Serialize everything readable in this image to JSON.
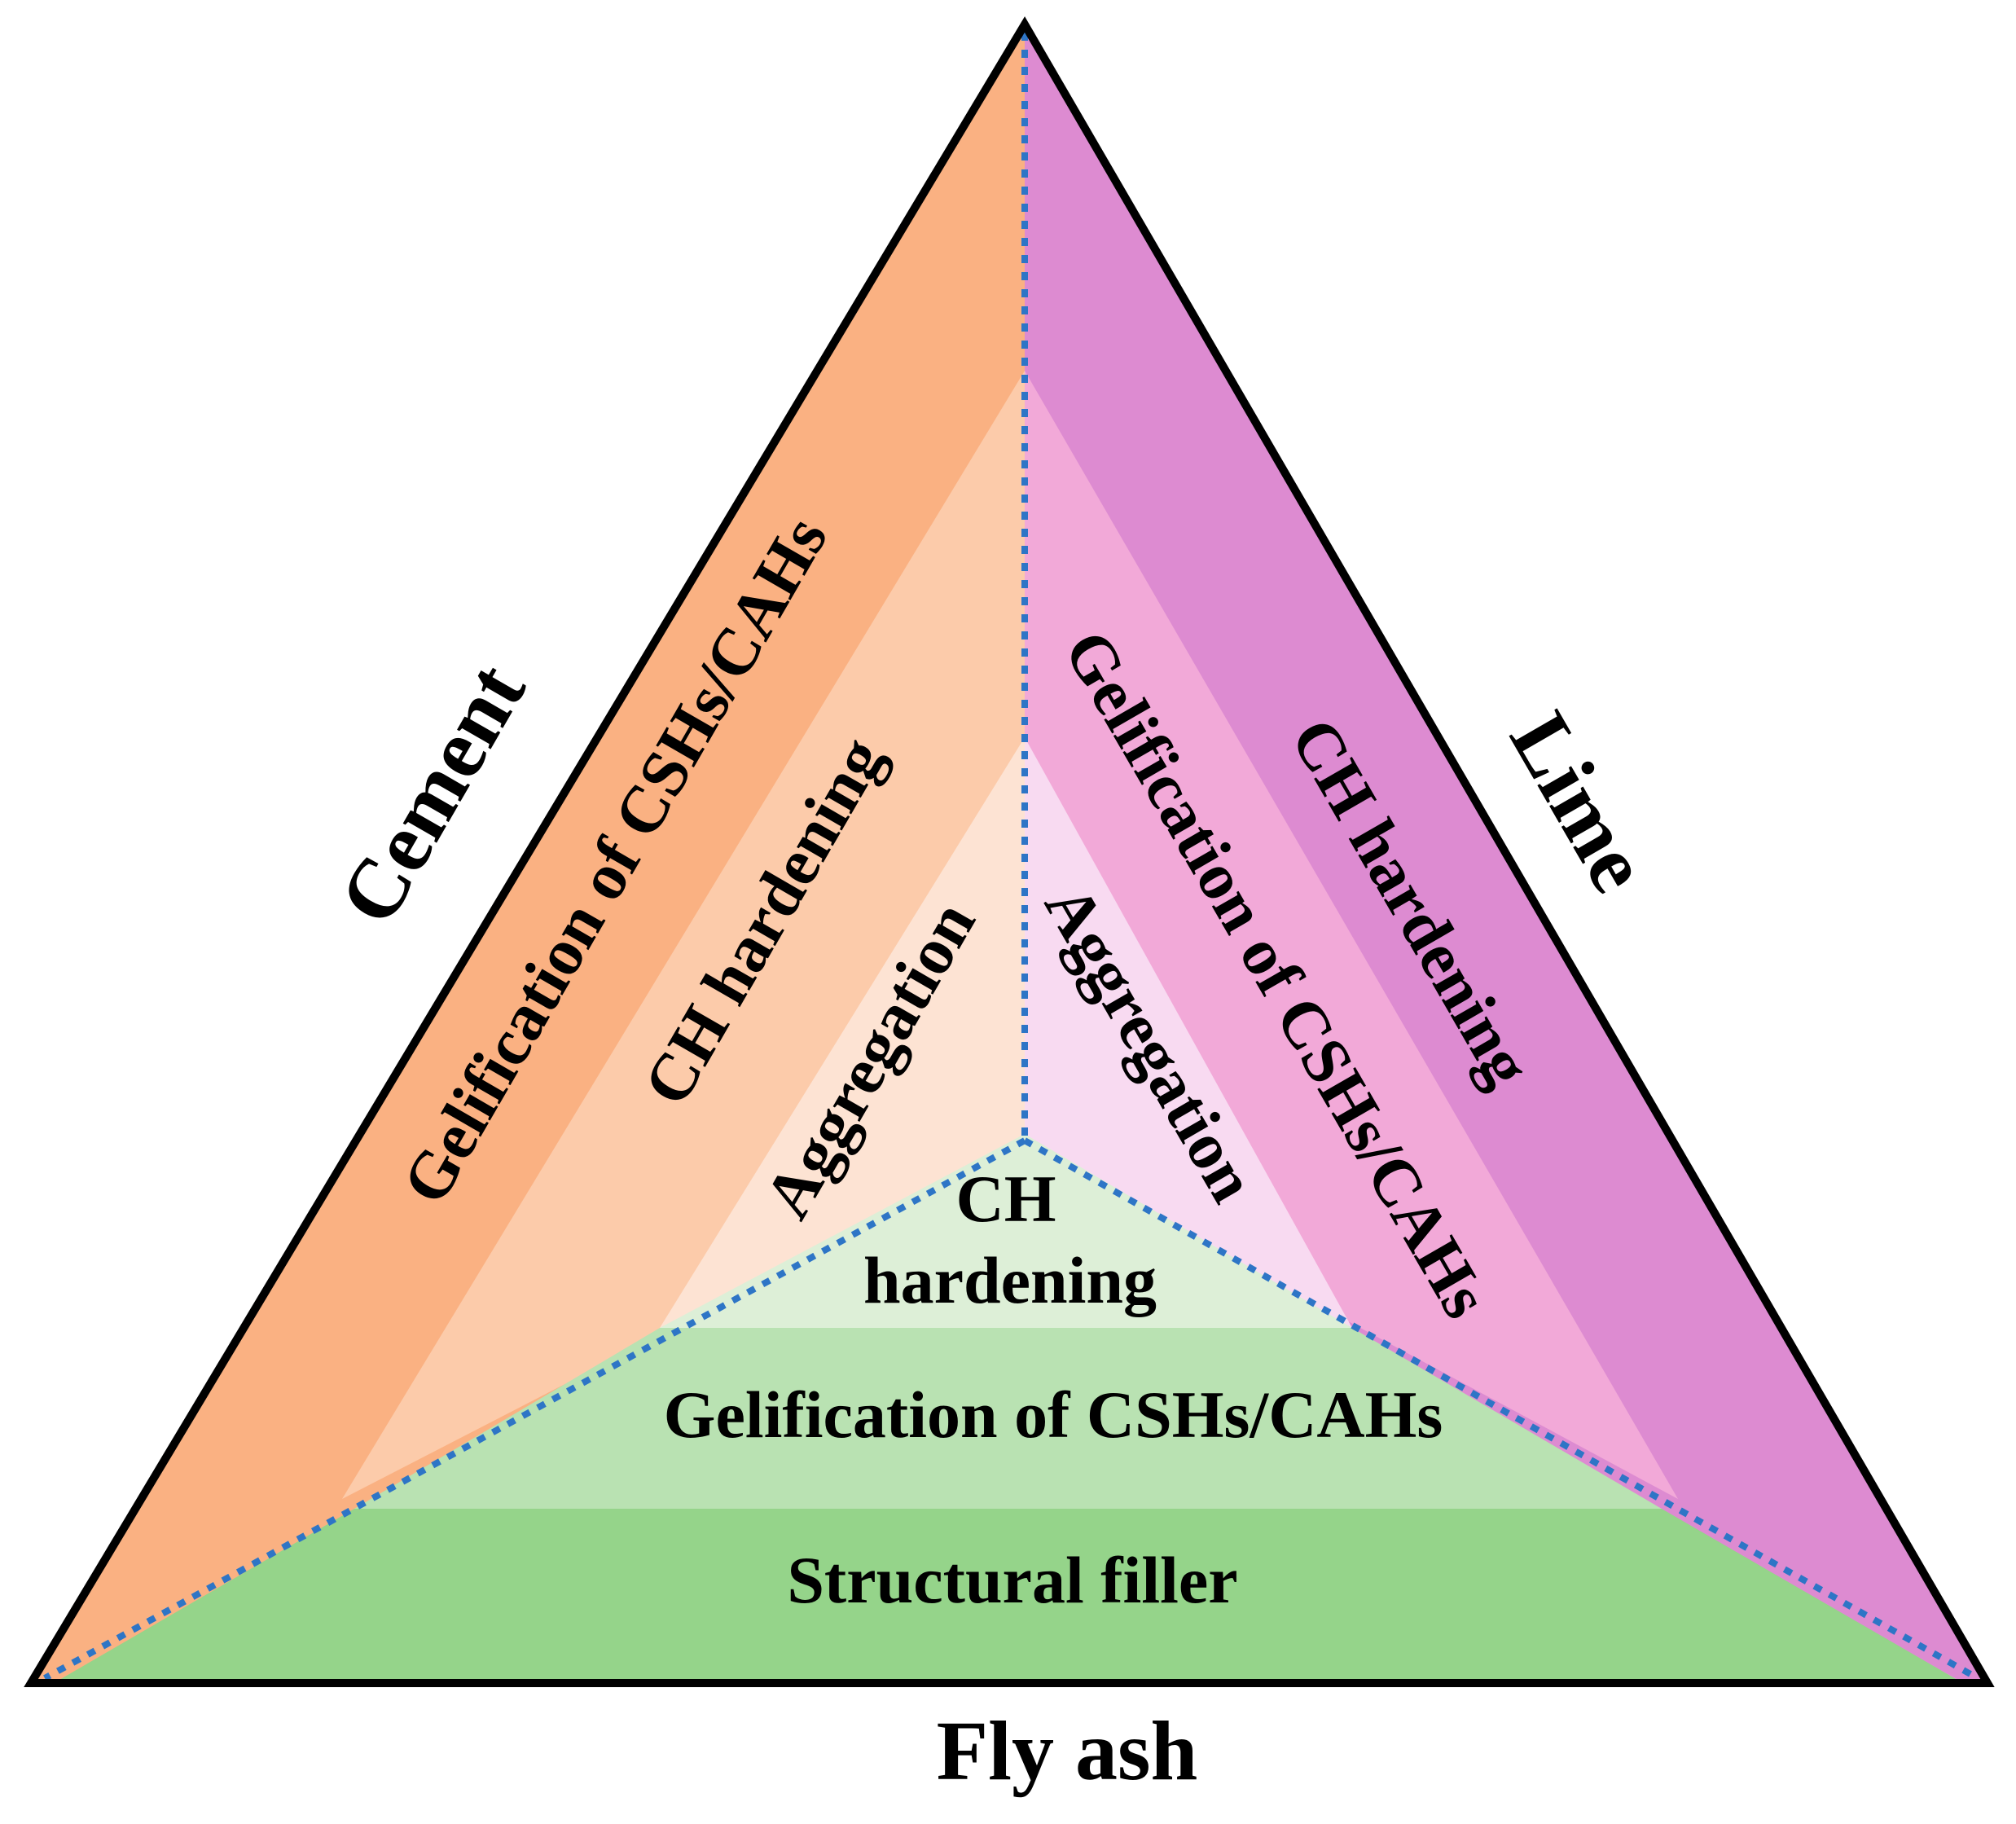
{
  "diagram": {
    "sides": {
      "cement": "Cement",
      "lime": "Lime",
      "fly_ash": "Fly ash"
    },
    "cement_region": {
      "outer": "Gelification of CSHs/CAHs",
      "middle": "CH hardening",
      "inner": "Aggregation"
    },
    "lime_region": {
      "outer": "CH hardening",
      "middle": "Gelification of CSHs/CAHs",
      "inner": "Aggregation"
    },
    "fly_ash_region": {
      "outer": "Structural filler",
      "middle": "Gelification of CSHs/CAHs",
      "inner_line1": "CH",
      "inner_line2": "hardening"
    },
    "colors": {
      "cement_outer": "#FAB182",
      "cement_middle": "#FCCBAA",
      "cement_inner": "#FDE3D3",
      "lime_outer": "#DD8BD1",
      "lime_middle": "#F2A9D8",
      "lime_inner": "#F8DAF1",
      "fly_ash_outer": "#95D48A",
      "fly_ash_middle": "#B9E2B2",
      "fly_ash_inner": "#DDEFD7",
      "divider": "#2E75C6",
      "outline": "#000000"
    }
  }
}
